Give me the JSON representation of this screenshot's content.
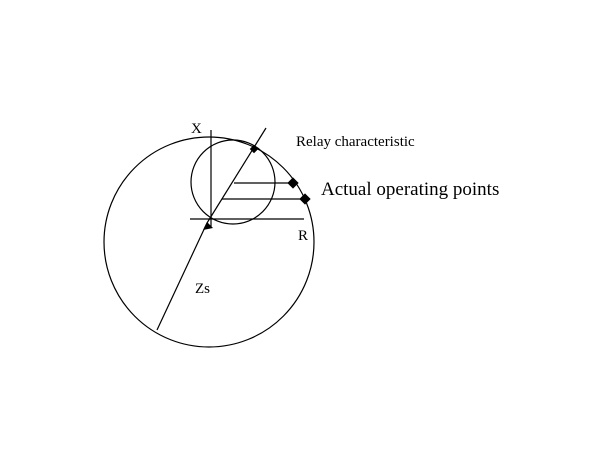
{
  "diagram": {
    "labels": {
      "x_axis": "X",
      "r_axis": "R",
      "relay_characteristic": "Relay characteristic",
      "actual_operating_points": "Actual operating points",
      "source_impedance": "Zs"
    },
    "colors": {
      "stroke": "#000000",
      "background": "#ffffff"
    }
  }
}
